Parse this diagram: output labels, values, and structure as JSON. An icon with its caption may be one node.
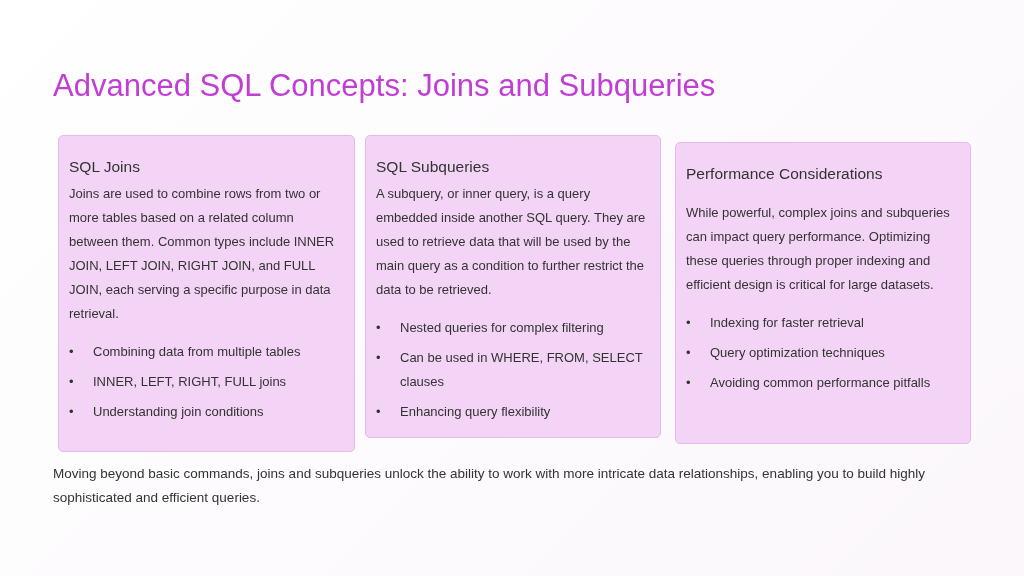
{
  "diagram": {
    "title": "Advanced SQL Concepts: Joins and Subqueries",
    "caption": "Moving beyond basic commands, joins and subqueries unlock the ability to work with more intricate data relationships, enabling you to build highly sophisticated and efficient queries.",
    "nodes": [
      {
        "text": [
          "SQL Joins",
          "Joins are used to combine rows from two or more tables based on a related column between them. Common types include INNER JOIN, LEFT JOIN, RIGHT JOIN, and FULL JOIN, each serving a specific purpose in data retrieval.",
          "•",
          "Combining data from multiple tables",
          "•",
          "INNER, LEFT, RIGHT, FULL joins",
          "•",
          "Understanding join conditions"
        ]
      },
      {
        "text": [
          "SQL Subqueries",
          "A subquery, or inner query, is a query embedded inside another SQL query. They are used to retrieve data that will be used by the main query as a condition to further restrict the data to be retrieved.",
          "•",
          "Nested queries for complex filtering",
          "•",
          "Can be used in WHERE, FROM, SELECT clauses",
          "•",
          "Enhancing query flexibility"
        ]
      },
      {
        "text": [
          "Performance Considerations",
          "While powerful, complex joins and subqueries can impact query performance. Optimizing these queries through proper indexing and efficient design is critical for large datasets.",
          "•",
          "Indexing for faster retrieval",
          "•",
          "Query optimization techniques",
          "•",
          "Avoiding common performance pitfalls"
        ]
      }
    ],
    "edges": []
  }
}
